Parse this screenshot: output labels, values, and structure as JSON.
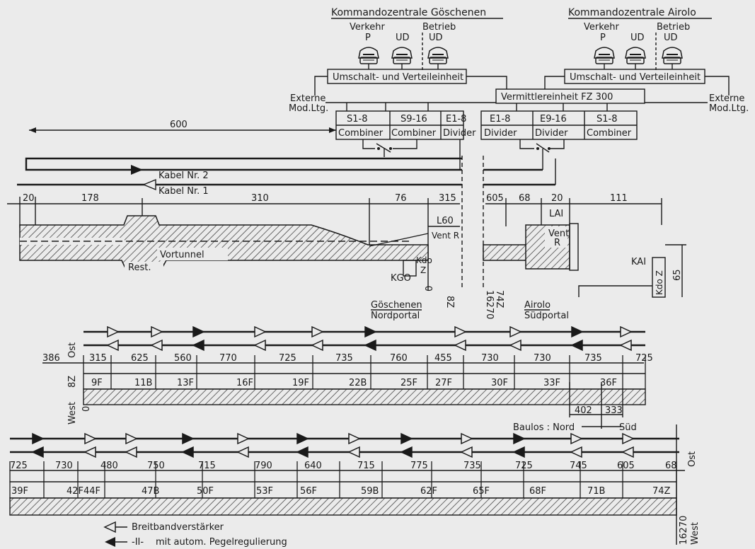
{
  "control_centres": {
    "left": {
      "title": "Kommandozentrale Göschenen",
      "verkehr": "Verkehr",
      "betrieb": "Betrieb",
      "phones": [
        "P",
        "UD",
        "UD"
      ],
      "switch_unit": "Umschalt- und Verteileinheit",
      "external": [
        "Externe",
        "Mod.Ltg."
      ],
      "modules": [
        {
          "top": "S1-8",
          "bottom": "Combiner"
        },
        {
          "top": "S9-16",
          "bottom": "Combiner"
        },
        {
          "top": "E1-8",
          "bottom": "Divider"
        }
      ]
    },
    "right": {
      "title": "Kommandozentrale Airolo",
      "verkehr": "Verkehr",
      "betrieb": "Betrieb",
      "phones": [
        "P",
        "UD",
        "UD"
      ],
      "switch_unit": "Umschalt- und Verteileinheit",
      "external": [
        "Externe",
        "Mod.Ltg."
      ],
      "modules": [
        {
          "top": "E1-8",
          "bottom": "Divider"
        },
        {
          "top": "E9-16",
          "bottom": "Divider"
        },
        {
          "top": "S1-8",
          "bottom": "Combiner"
        }
      ]
    },
    "mediator": "Vermittlereinheit FZ 300"
  },
  "cables": {
    "dist600": "600",
    "cable2": "Kabel Nr. 2",
    "cable1": "Kabel Nr. 1"
  },
  "profile": {
    "dims_left": [
      "20",
      "178",
      "310",
      "76",
      "315"
    ],
    "dims_right": [
      "605",
      "68",
      "20",
      "111"
    ],
    "labels": {
      "l60": "L60",
      "vent_r_left": "Vent R",
      "vortunnel": "Vortunnel",
      "rest": "Rest.",
      "kdo": "Kdo",
      "z": "Z",
      "kgo": "KGO",
      "zero": "0",
      "z8": "8Z",
      "z74": "74Z",
      "km16270": "16270",
      "lai": "LAI",
      "vent": "Vent",
      "r": "R",
      "kai": "KAI",
      "kdoz": "Kdo Z",
      "h65": "65"
    }
  },
  "portals": {
    "north": [
      "Göschenen",
      "Nordportal"
    ],
    "south": [
      "Airolo",
      "Südportal"
    ]
  },
  "strip1": {
    "ost": "Ost",
    "west": "West",
    "z8": "8Z",
    "zero": "0",
    "spacings": [
      "386",
      "315",
      "625",
      "560",
      "770",
      "725",
      "735",
      "760",
      "455",
      "730",
      "730",
      "735",
      "725"
    ],
    "stations": [
      "9F",
      "11B",
      "13F",
      "16F",
      "19F",
      "22B",
      "25F",
      "27F",
      "30F",
      "33F",
      "36F"
    ],
    "baulos": {
      "label": "Baulos : Nord",
      "sued": "Süd",
      "d1": "402",
      "d2": "333"
    }
  },
  "strip2": {
    "ost": "Ost",
    "west": "West",
    "km": "16270",
    "spacings": [
      "725",
      "730",
      "480",
      "750",
      "715",
      "790",
      "640",
      "715",
      "775",
      "735",
      "725",
      "745",
      "605",
      "68"
    ],
    "stations": [
      "39F",
      "42F",
      "44F",
      "47B",
      "50F",
      "53F",
      "56F",
      "59B",
      "62F",
      "65F",
      "68F",
      "71B",
      "74Z"
    ]
  },
  "legend": {
    "amp": "Breitbandverstärker",
    "agc_mark": "-II-",
    "agc": "mit autom. Pegelregulierung"
  }
}
